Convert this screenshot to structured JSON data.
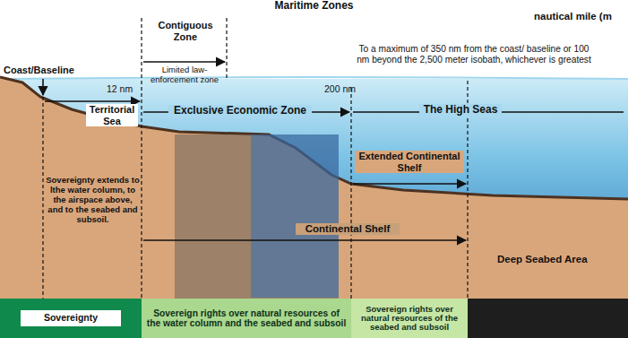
{
  "diagram": {
    "title": "Maritime Zones",
    "nodes": [
      {
        "text": [
          "Sovereignty"
        ]
      },
      {
        "text": [
          "Sovereign rights over natural resources of the water column and the seabed and subsoil"
        ]
      },
      {
        "text": [
          "Sovereign rights over natural resources of the seabed and subsoil"
        ]
      }
    ],
    "labels": [
      "nautical mile (m",
      "Contiguous Zone",
      "Limited law-enforcement zone",
      "Coast/Baseline",
      "12 nm",
      "200 nm",
      "To a maximum of 350 nm from the coast/ baseline or 100 nm beyond the 2,500 meter isobath, whichever is greatest",
      "Territorial Sea",
      "Exclusive Economic Zone",
      "The High Seas",
      "Sovereignty extends to lthe water column, to the airspace above, and to the seabed and subsoil.",
      "Extended Continental Shelf",
      "Continental Shelf",
      "Deep Seabed Area"
    ]
  }
}
